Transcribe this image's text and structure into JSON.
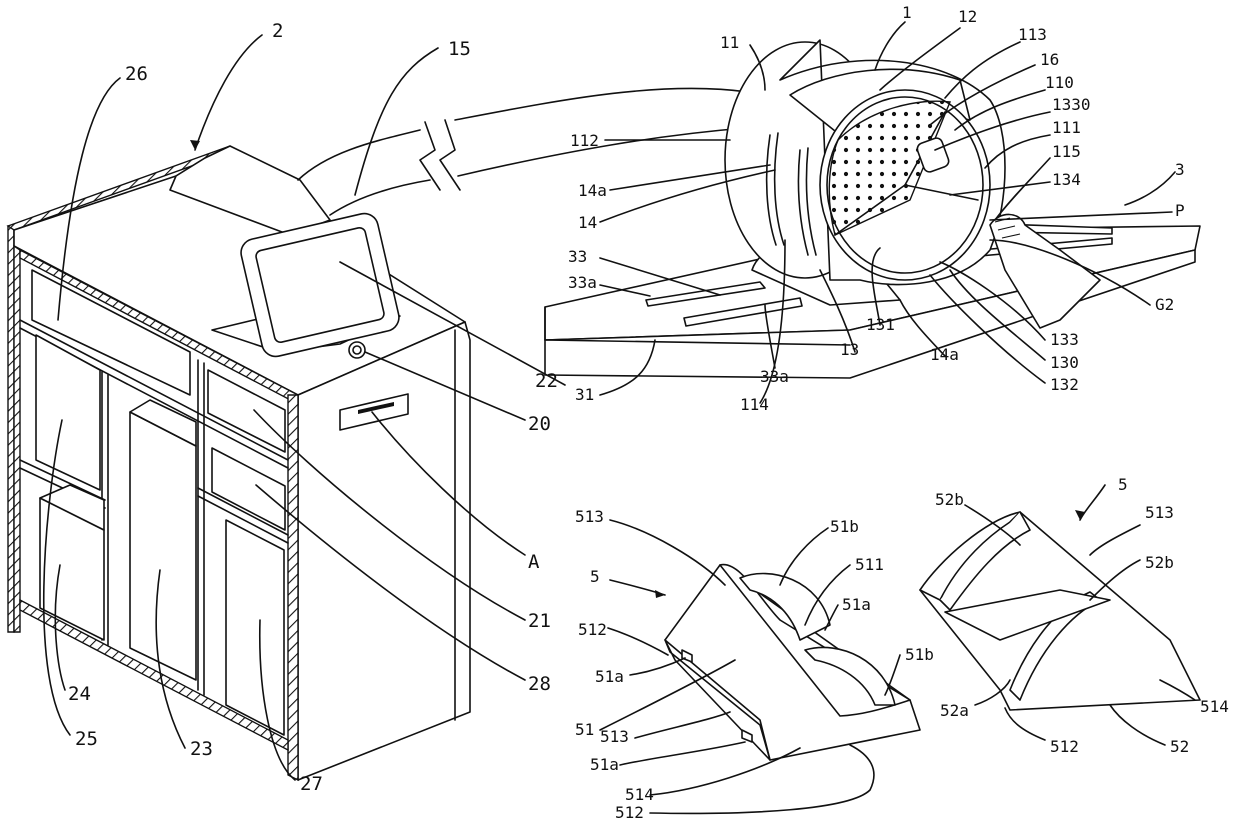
{
  "labels": {
    "l2": "2",
    "l26": "26",
    "l15": "15",
    "l22": "22",
    "l20": "20",
    "lA": "A",
    "l21": "21",
    "l28": "28",
    "l24": "24",
    "l25": "25",
    "l23": "23",
    "l27": "27",
    "l1": "1",
    "l12": "12",
    "l113": "113",
    "l11": "11",
    "l16": "16",
    "l110": "110",
    "l1330": "1330",
    "l111": "111",
    "l112": "112",
    "l115": "115",
    "l14a_top": "14a",
    "l134": "134",
    "l3": "3",
    "l14": "14",
    "lP": "P",
    "l33": "33",
    "lG2": "G2",
    "l33a_left": "33a",
    "l131": "131",
    "l133": "133",
    "l13": "13",
    "l14a_bottom": "14a",
    "l130": "130",
    "l33a_bottom": "33a",
    "l132": "132",
    "l31": "31",
    "l114": "114",
    "l5_right": "5",
    "l52b_top": "52b",
    "l513_right": "513",
    "l52b_mid": "52b",
    "l513_left": "513",
    "l51b_top": "51b",
    "l5_left": "5",
    "l511": "511",
    "l51a_top": "51a",
    "l512_left": "512",
    "l51b_bottom": "51b",
    "l51a_mid": "51a",
    "l514_right": "514",
    "l52a": "52a",
    "l51": "51",
    "l513_bottom": "513",
    "l512_right": "512",
    "l52": "52",
    "l51a_bottom": "51a",
    "l514_left": "514",
    "l512_bottom": "512"
  }
}
